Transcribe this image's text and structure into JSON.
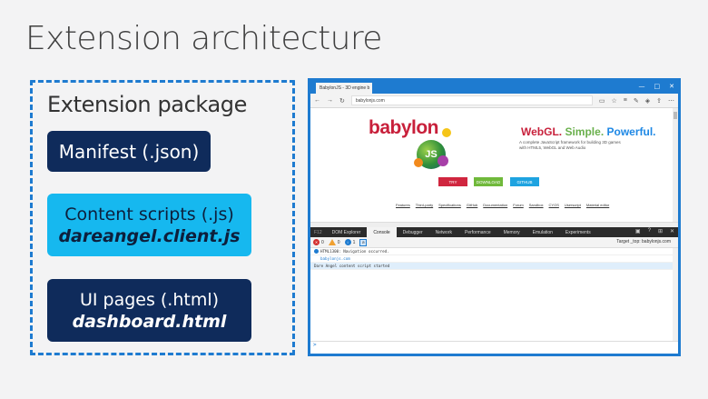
{
  "slide": {
    "title": "Extension architecture",
    "package_title": "Extension package",
    "manifest_label": "Manifest (.json)",
    "content_scripts": {
      "line1": "Content scripts (.js)",
      "line2": "dareangel.client.js"
    },
    "ui_pages": {
      "line1": "UI pages (.html)",
      "line2": "dashboard.html"
    }
  },
  "browser": {
    "tab_title": "BabylonJS - 3D engine b",
    "tab_close": "×",
    "url": "babylonjs.com",
    "nav": {
      "back": "←",
      "forward": "→",
      "refresh": "↻"
    },
    "window_controls": [
      "—",
      "□",
      "✕"
    ],
    "page": {
      "logo_text": "babylon",
      "logo_js": "JS",
      "tagline_a": "WebGL.",
      "tagline_b": "Simple.",
      "tagline_c": "Powerful.",
      "tag_desc": "A complete JavaScript framework for building 3D games with HTML5, WebGL and Web Audio",
      "buttons": {
        "try": "TRY",
        "download": "DOWNLOAD",
        "github": "GITHUB"
      },
      "links": [
        "Features",
        "Third-party",
        "Specifications",
        "GitHub",
        "Documentation",
        "Forum",
        "Sandbox",
        "CYOS",
        "Userscript",
        "Material editor"
      ]
    },
    "devtools": {
      "f12": "F12",
      "tabs": [
        "DOM Explorer",
        "Console",
        "Debugger",
        "Network",
        "Performance",
        "Memory",
        "Emulation",
        "Experiments"
      ],
      "active_tab": "Console",
      "counts": {
        "errors": "0",
        "warnings": "0",
        "info": "1"
      },
      "target_label": "Target",
      "target_value": "_top: babylonjs.com",
      "lines": [
        {
          "text": "HTML1300: Navigation occurred.",
          "kind": "info"
        },
        {
          "text": "babylonjs.com",
          "kind": "url"
        },
        {
          "text": "Dare Angel content script started",
          "kind": "log"
        }
      ],
      "prompt": ">"
    }
  }
}
